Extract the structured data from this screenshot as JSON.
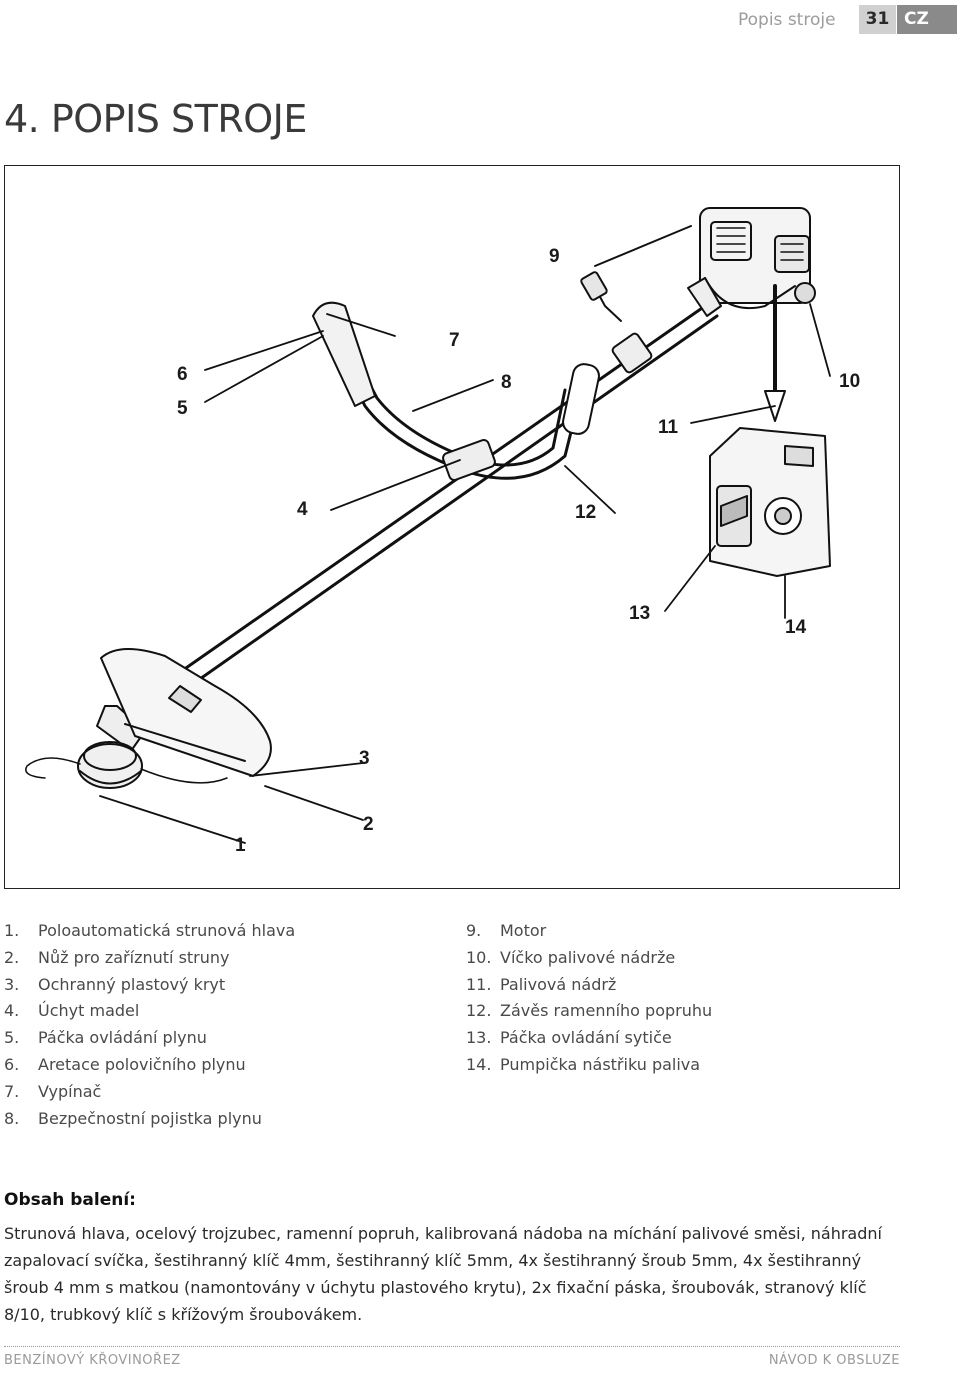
{
  "header": {
    "section": "Popis stroje",
    "page_number": "31",
    "language": "CZ"
  },
  "title": "4. POPIS STROJE",
  "figure": {
    "callouts": [
      "1",
      "2",
      "3",
      "4",
      "5",
      "6",
      "7",
      "8",
      "9",
      "10",
      "11",
      "12",
      "13",
      "14"
    ]
  },
  "parts_left": [
    {
      "num": "1.",
      "label": "Poloautomatická strunová hlava"
    },
    {
      "num": "2.",
      "label": "Nůž pro zaříznutí struny"
    },
    {
      "num": "3.",
      "label": "Ochranný plastový kryt"
    },
    {
      "num": "4.",
      "label": "Úchyt madel"
    },
    {
      "num": "5.",
      "label": "Páčka ovládání plynu"
    },
    {
      "num": "6.",
      "label": "Aretace polovičního plynu"
    },
    {
      "num": "7.",
      "label": "Vypínač"
    },
    {
      "num": "8.",
      "label": "Bezpečnostní pojistka plynu"
    }
  ],
  "parts_right": [
    {
      "num": "9.",
      "label": "Motor"
    },
    {
      "num": "10.",
      "label": "Víčko palivové nádrže"
    },
    {
      "num": "11.",
      "label": "Palivová nádrž"
    },
    {
      "num": "12.",
      "label": "Závěs ramenního popruhu"
    },
    {
      "num": "13.",
      "label": "Páčka ovládání sytiče"
    },
    {
      "num": "14.",
      "label": "Pumpička nástřiku paliva"
    }
  ],
  "package": {
    "heading": "Obsah balení:",
    "text": "Strunová hlava, ocelový trojzubec, ramenní popruh, kalibrovaná nádoba na míchání palivové směsi, náhradní zapalovací svíčka, šestihranný klíč 4mm, šestihranný klíč 5mm, 4x šestihranný šroub 5mm, 4x šestihranný šroub 4 mm s matkou (namontovány v úchytu plastového krytu), 2x fixační páska, šroubovák, stranový klíč 8/10, trubkový klíč s křížovým šroubovákem."
  },
  "footer": {
    "left": "BENZÍNOVÝ KŘOVINOŘEZ",
    "right": "NÁVOD K OBSLUZE"
  }
}
